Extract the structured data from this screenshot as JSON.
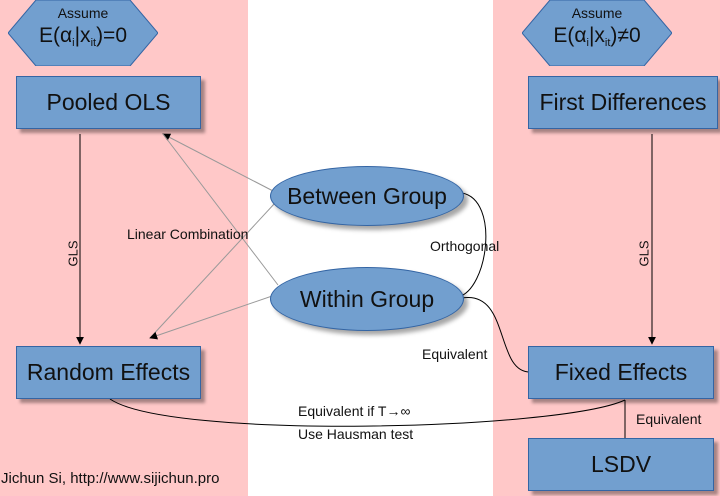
{
  "assumptions": {
    "left": {
      "label": "Assume",
      "expr_prefix": "E(α",
      "sub1": "i",
      "expr_mid": "|x",
      "sub2": "it",
      "expr_suffix": ")=0"
    },
    "right": {
      "label": "Assume",
      "expr_prefix": "E(α",
      "sub1": "i",
      "expr_mid": "|x",
      "sub2": "it",
      "expr_suffix": ")≠0"
    }
  },
  "nodes": {
    "pooled_ols": "Pooled OLS",
    "first_differences": "First Differences",
    "between_group": "Between Group",
    "within_group": "Within Group",
    "random_effects": "Random Effects",
    "fixed_effects": "Fixed Effects",
    "lsdv": "LSDV"
  },
  "edge_labels": {
    "gls_left": "GLS",
    "gls_right": "GLS",
    "linear_combination": "Linear Combination",
    "orthogonal": "Orthogonal",
    "equivalent_within_fixed": "Equivalent",
    "equivalent_asymptotic": "Equivalent if T→∞",
    "hausman": "Use Hausman test",
    "equivalent_lsdv": "Equivalent"
  },
  "credit": "Jichun Si, http://www.sijichun.pro",
  "colors": {
    "band": "#ffc8c8",
    "node_fill": "#729fcf",
    "node_border": "#3465a4"
  }
}
